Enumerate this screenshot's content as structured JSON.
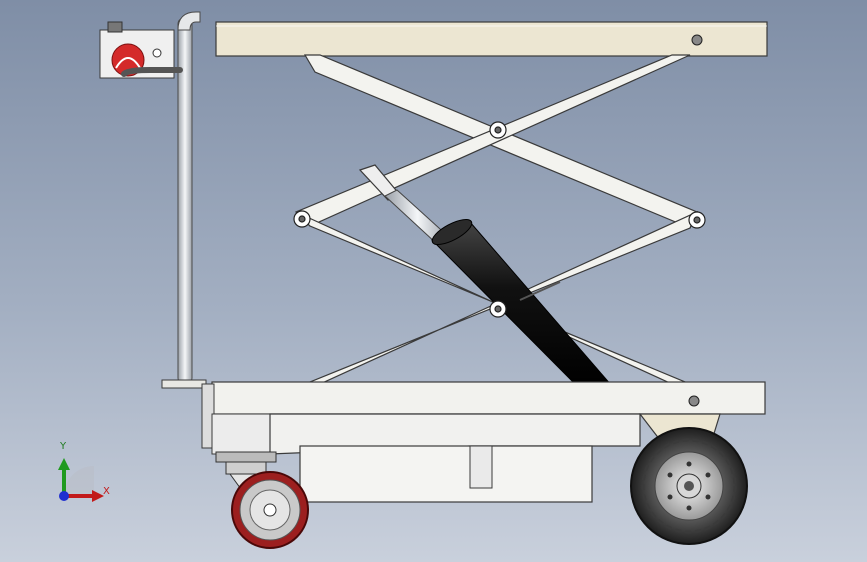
{
  "viewport": {
    "background_top": "#7f8ea6",
    "background_bottom": "#c9d0dc"
  },
  "colors": {
    "platform": "#ece6d2",
    "outline": "#3a3a3a",
    "frame": "#f2f2ee",
    "cylinder": "#1a1a1a",
    "rod": "#d9dde3",
    "tire": "#2b2b2b",
    "caster_wheel": "#9c1f1f",
    "knob": "#d42a2a"
  },
  "triad": {
    "x_label": "X",
    "y_label": "Y",
    "x_color": "#c21a1a",
    "y_color": "#1f9a1f",
    "z_color": "#1f2fd0"
  },
  "icons": [
    "scissor-lift-cart-drawing",
    "coordinate-triad-icon"
  ]
}
